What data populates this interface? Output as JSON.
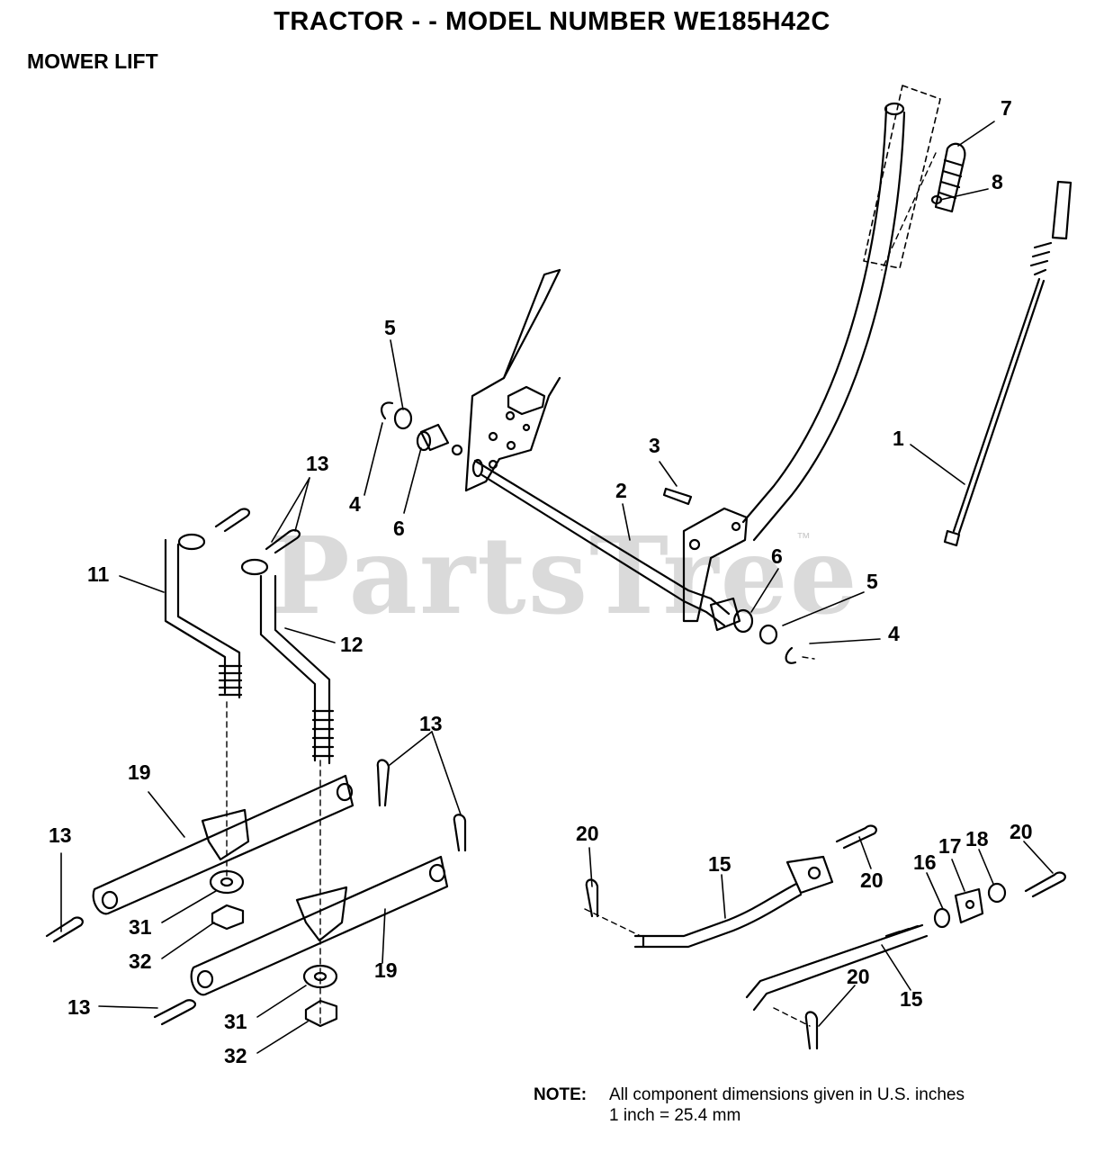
{
  "title": "TRACTOR - - MODEL NUMBER WE185H42C",
  "section": "MOWER LIFT",
  "watermark": "PartsTree",
  "watermark_tm": "™",
  "note": {
    "label": "NOTE:",
    "line1": "All component dimensions given in U.S. inches",
    "line2": "1 inch = 25.4 mm"
  },
  "callouts": [
    "7",
    "8",
    "5",
    "1",
    "3",
    "4",
    "6",
    "2",
    "13",
    "11",
    "12",
    "6",
    "5",
    "4",
    "13",
    "19",
    "13",
    "31",
    "32",
    "19",
    "13",
    "31",
    "32",
    "20",
    "15",
    "20",
    "16",
    "17",
    "18",
    "20",
    "20",
    "15"
  ]
}
